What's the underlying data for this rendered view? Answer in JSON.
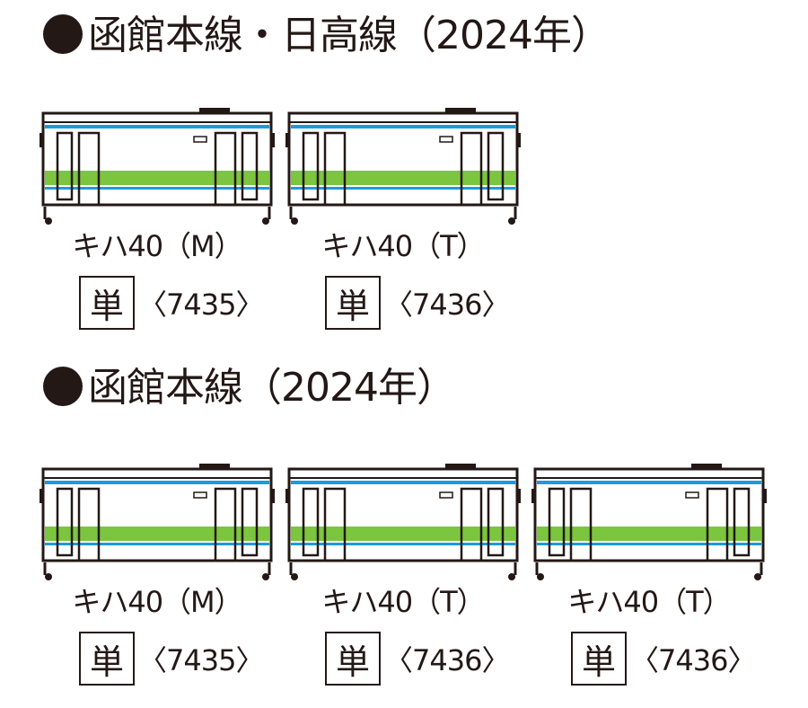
{
  "colors": {
    "ink": "#231815",
    "blue_stripe": "#1a9be0",
    "green_band": "#7cc63f",
    "body": "#ffffff"
  },
  "sections": [
    {
      "title": "函館本線・日高線（2024年）",
      "cars": [
        {
          "name": "キハ40（M）",
          "mark": "単",
          "code": "〈7435〉"
        },
        {
          "name": "キハ40（T）",
          "mark": "単",
          "code": "〈7436〉"
        }
      ]
    },
    {
      "title": "函館本線（2024年）",
      "cars": [
        {
          "name": "キハ40（M）",
          "mark": "単",
          "code": "〈7435〉"
        },
        {
          "name": "キハ40（T）",
          "mark": "単",
          "code": "〈7436〉"
        },
        {
          "name": "キハ40（T）",
          "mark": "単",
          "code": "〈7436〉"
        }
      ]
    }
  ]
}
